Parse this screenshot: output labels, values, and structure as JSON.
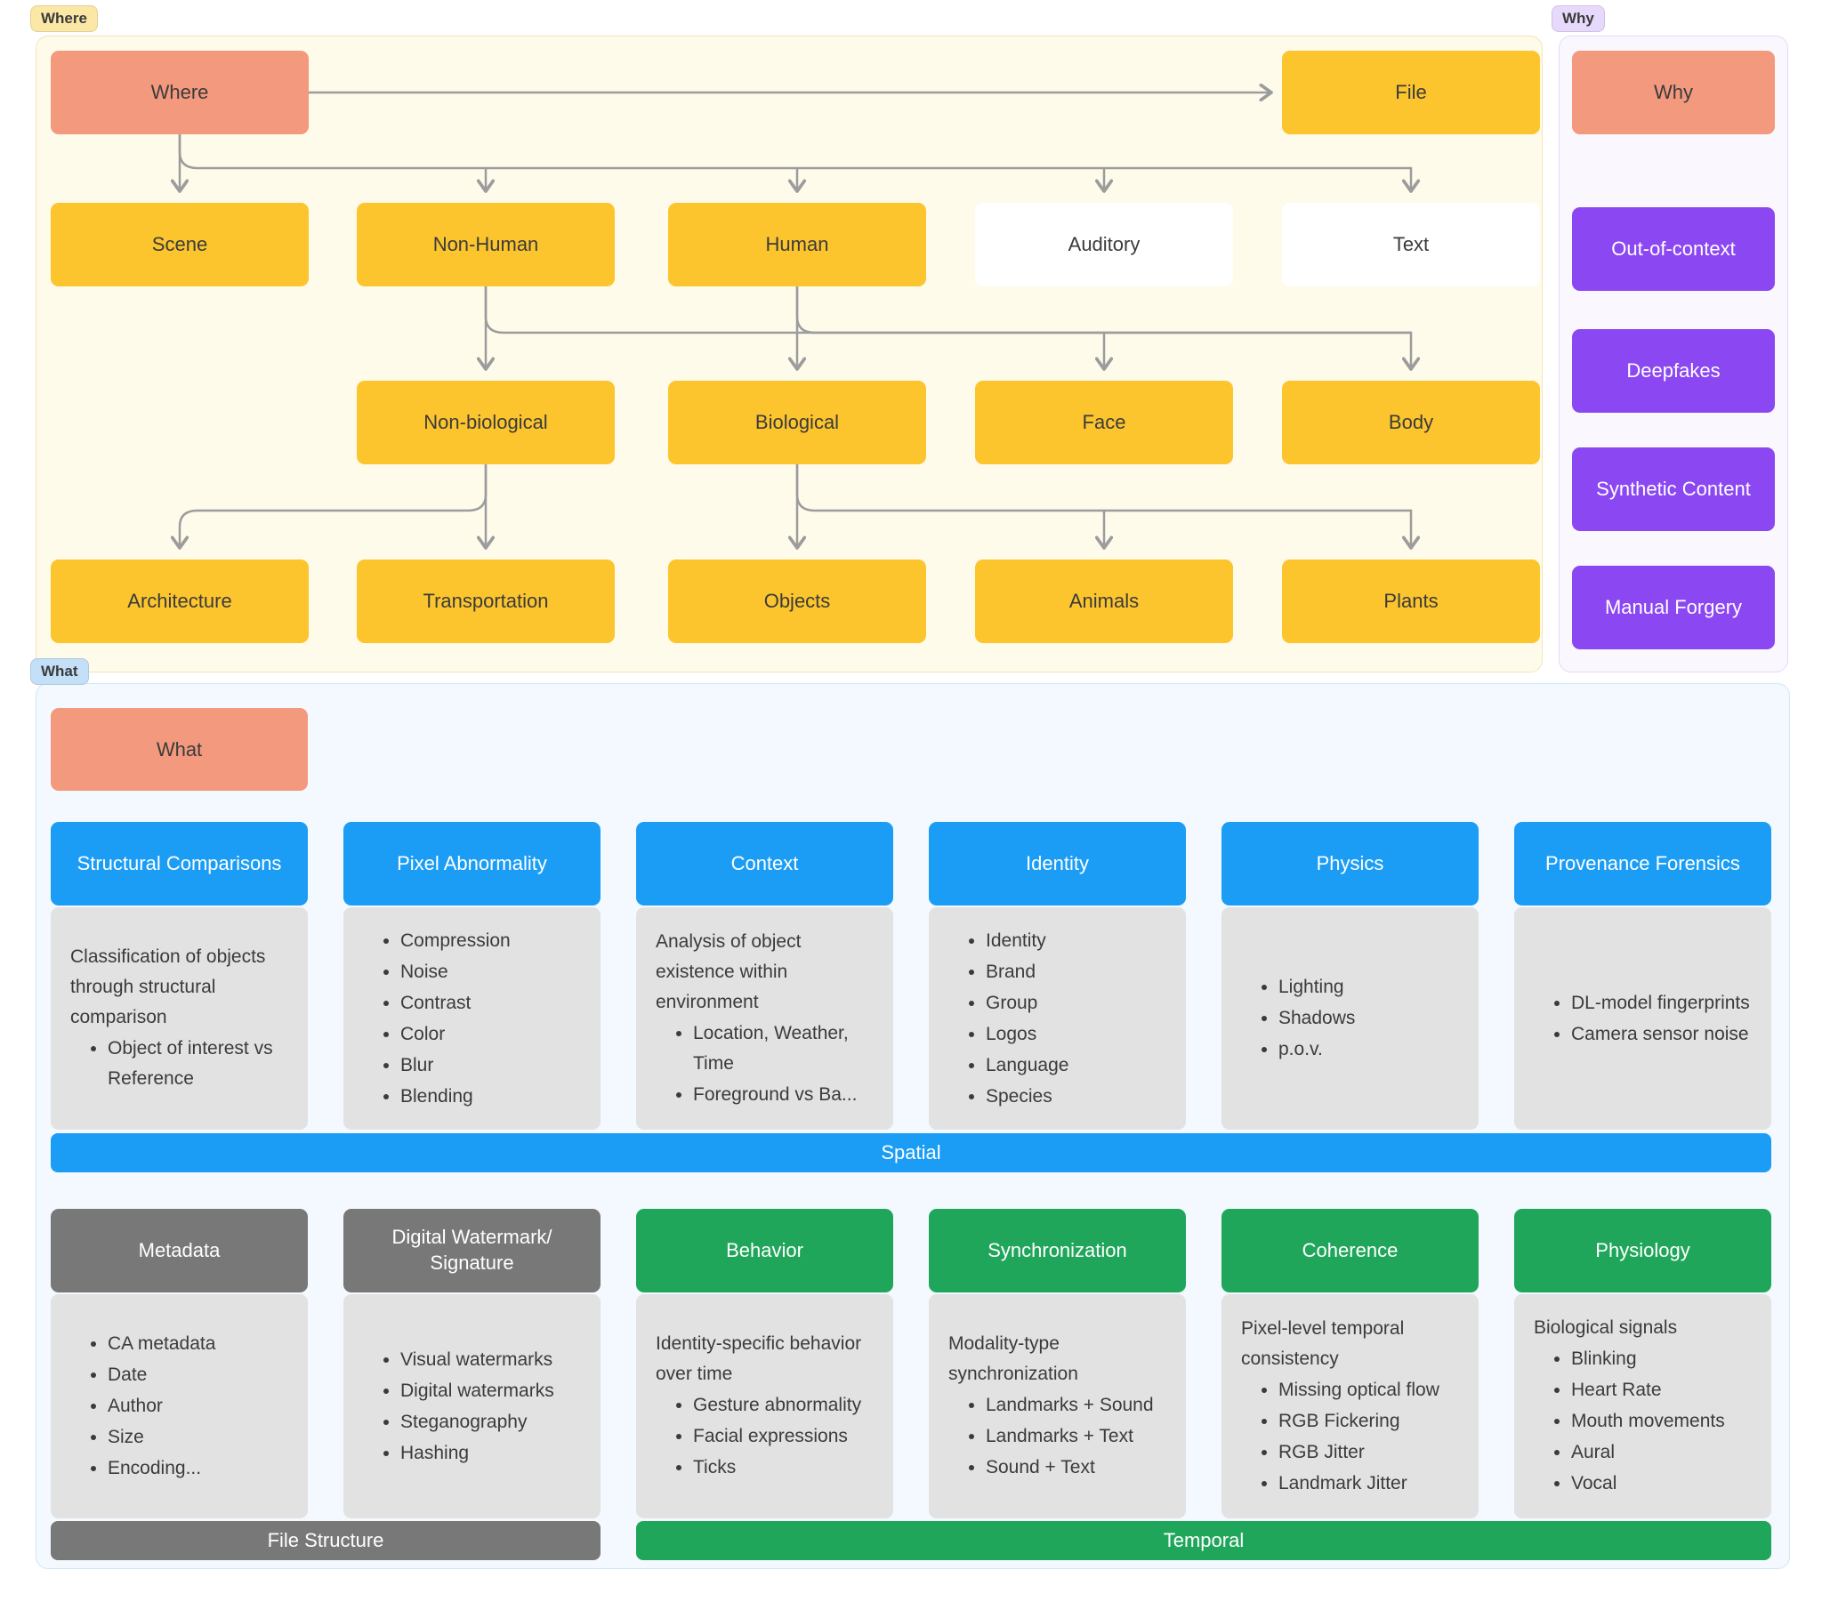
{
  "badges": {
    "where": "Where",
    "why": "Why",
    "what": "What"
  },
  "colors": {
    "root_salmon": "#F3997E",
    "node_yellow": "#FCC52D",
    "node_white": "#FFFFFF",
    "why_purple": "#8B47F1",
    "spatial_blue": "#1B9DF6",
    "temporal_green": "#20A65A",
    "file_gray": "#787878",
    "body_gray": "#E2E2E2",
    "where_panel_bg": "#FFFBEB",
    "why_panel_bg": "#FAF7FE",
    "what_panel_bg": "#F3F9FE",
    "edge_gray": "#9C9C9C"
  },
  "where": {
    "root": "Where",
    "file": "File",
    "row2": [
      "Scene",
      "Non-Human",
      "Human",
      "Auditory",
      "Text"
    ],
    "row3": [
      "Non-biological",
      "Biological",
      "Face",
      "Body"
    ],
    "row4": [
      "Architecture",
      "Transportation",
      "Objects",
      "Animals",
      "Plants"
    ]
  },
  "why": {
    "root": "Why",
    "items": [
      "Out-of-context",
      "Deepfakes",
      "Synthetic Content",
      "Manual Forgery"
    ]
  },
  "what": {
    "root": "What",
    "spatial_bar": "Spatial",
    "file_structure_bar": "File Structure",
    "temporal_bar": "Temporal",
    "spatial_columns": [
      {
        "title": "Structural Comparisons",
        "intro": "Classification of objects through structural comparison",
        "bullets": [
          "Object of interest vs Reference"
        ]
      },
      {
        "title": "Pixel Abnormality",
        "bullets": [
          "Compression",
          "Noise",
          "Contrast",
          "Color",
          "Blur",
          "Blending"
        ]
      },
      {
        "title": "Context",
        "intro": "Analysis of object existence within environment",
        "bullets": [
          "Location, Weather, Time",
          "Foreground vs Ba..."
        ]
      },
      {
        "title": "Identity",
        "bullets": [
          "Identity",
          "Brand",
          "Group",
          "Logos",
          "Language",
          "Species"
        ]
      },
      {
        "title": "Physics",
        "bullets": [
          "Lighting",
          "Shadows",
          "p.o.v."
        ]
      },
      {
        "title": "Provenance Forensics",
        "bullets": [
          "DL-model fingerprints",
          "Camera sensor noise"
        ]
      }
    ],
    "temporal_columns": [
      {
        "title": "Metadata",
        "bullets": [
          "CA metadata",
          "Date",
          "Author",
          "Size",
          "Encoding..."
        ]
      },
      {
        "title": "Digital Watermark/ Signature",
        "bullets": [
          "Visual watermarks",
          "Digital watermarks",
          "Steganography",
          "Hashing"
        ]
      },
      {
        "title": "Behavior",
        "intro": "Identity-specific behavior over time",
        "bullets": [
          "Gesture abnormality",
          "Facial expressions",
          "Ticks"
        ]
      },
      {
        "title": "Synchronization",
        "intro": "Modality-type synchronization",
        "bullets": [
          "Landmarks + Sound",
          "Landmarks + Text",
          "Sound + Text"
        ]
      },
      {
        "title": "Coherence",
        "intro": "Pixel-level temporal consistency",
        "bullets": [
          "Missing optical flow",
          "RGB Fickering",
          "RGB Jitter",
          "Landmark Jitter"
        ]
      },
      {
        "title": "Physiology",
        "intro": "Biological signals",
        "bullets": [
          "Blinking",
          "Heart Rate",
          "Mouth movements",
          "Aural",
          "Vocal"
        ]
      }
    ]
  }
}
